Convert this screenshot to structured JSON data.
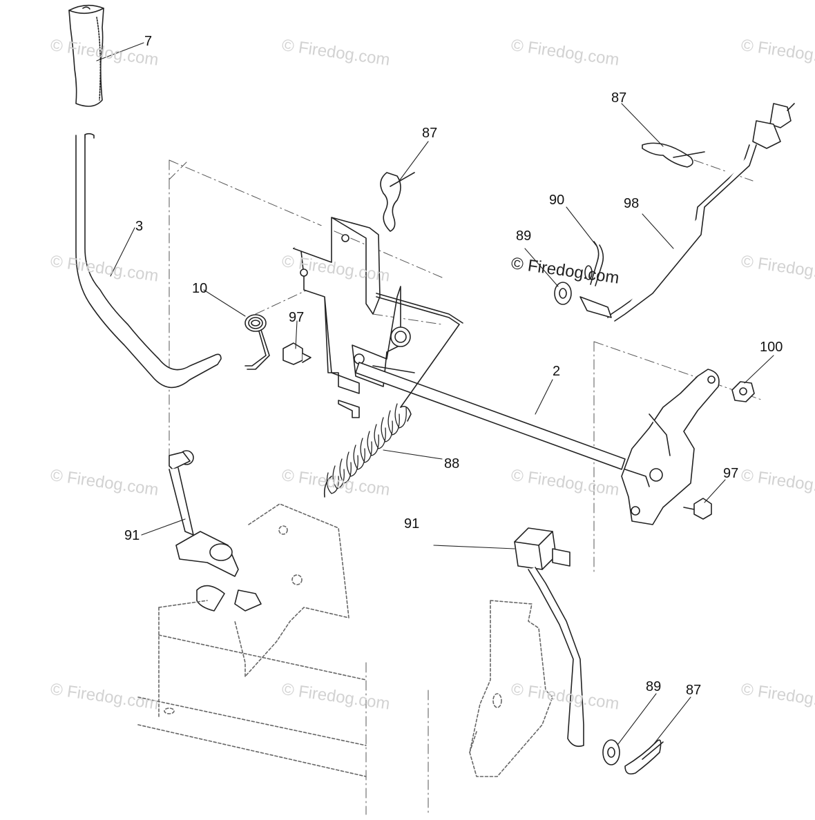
{
  "watermark": {
    "text": "© Firedog.com"
  },
  "callouts": {
    "handle_grip": "7",
    "lift_lever": "3",
    "torsion_spring": "10",
    "screw_left": "97",
    "hairpin_top_center": "87",
    "hairpin_top_right": "87",
    "clip_90": "90",
    "washer_89_top": "89",
    "rod_98": "98",
    "lift_shaft": "2",
    "nut_100": "100",
    "extension_spring": "88",
    "link_91_left": "91",
    "link_91_right": "91",
    "screw_right": "97",
    "washer_89_bottom": "89",
    "hairpin_bottom": "87"
  }
}
